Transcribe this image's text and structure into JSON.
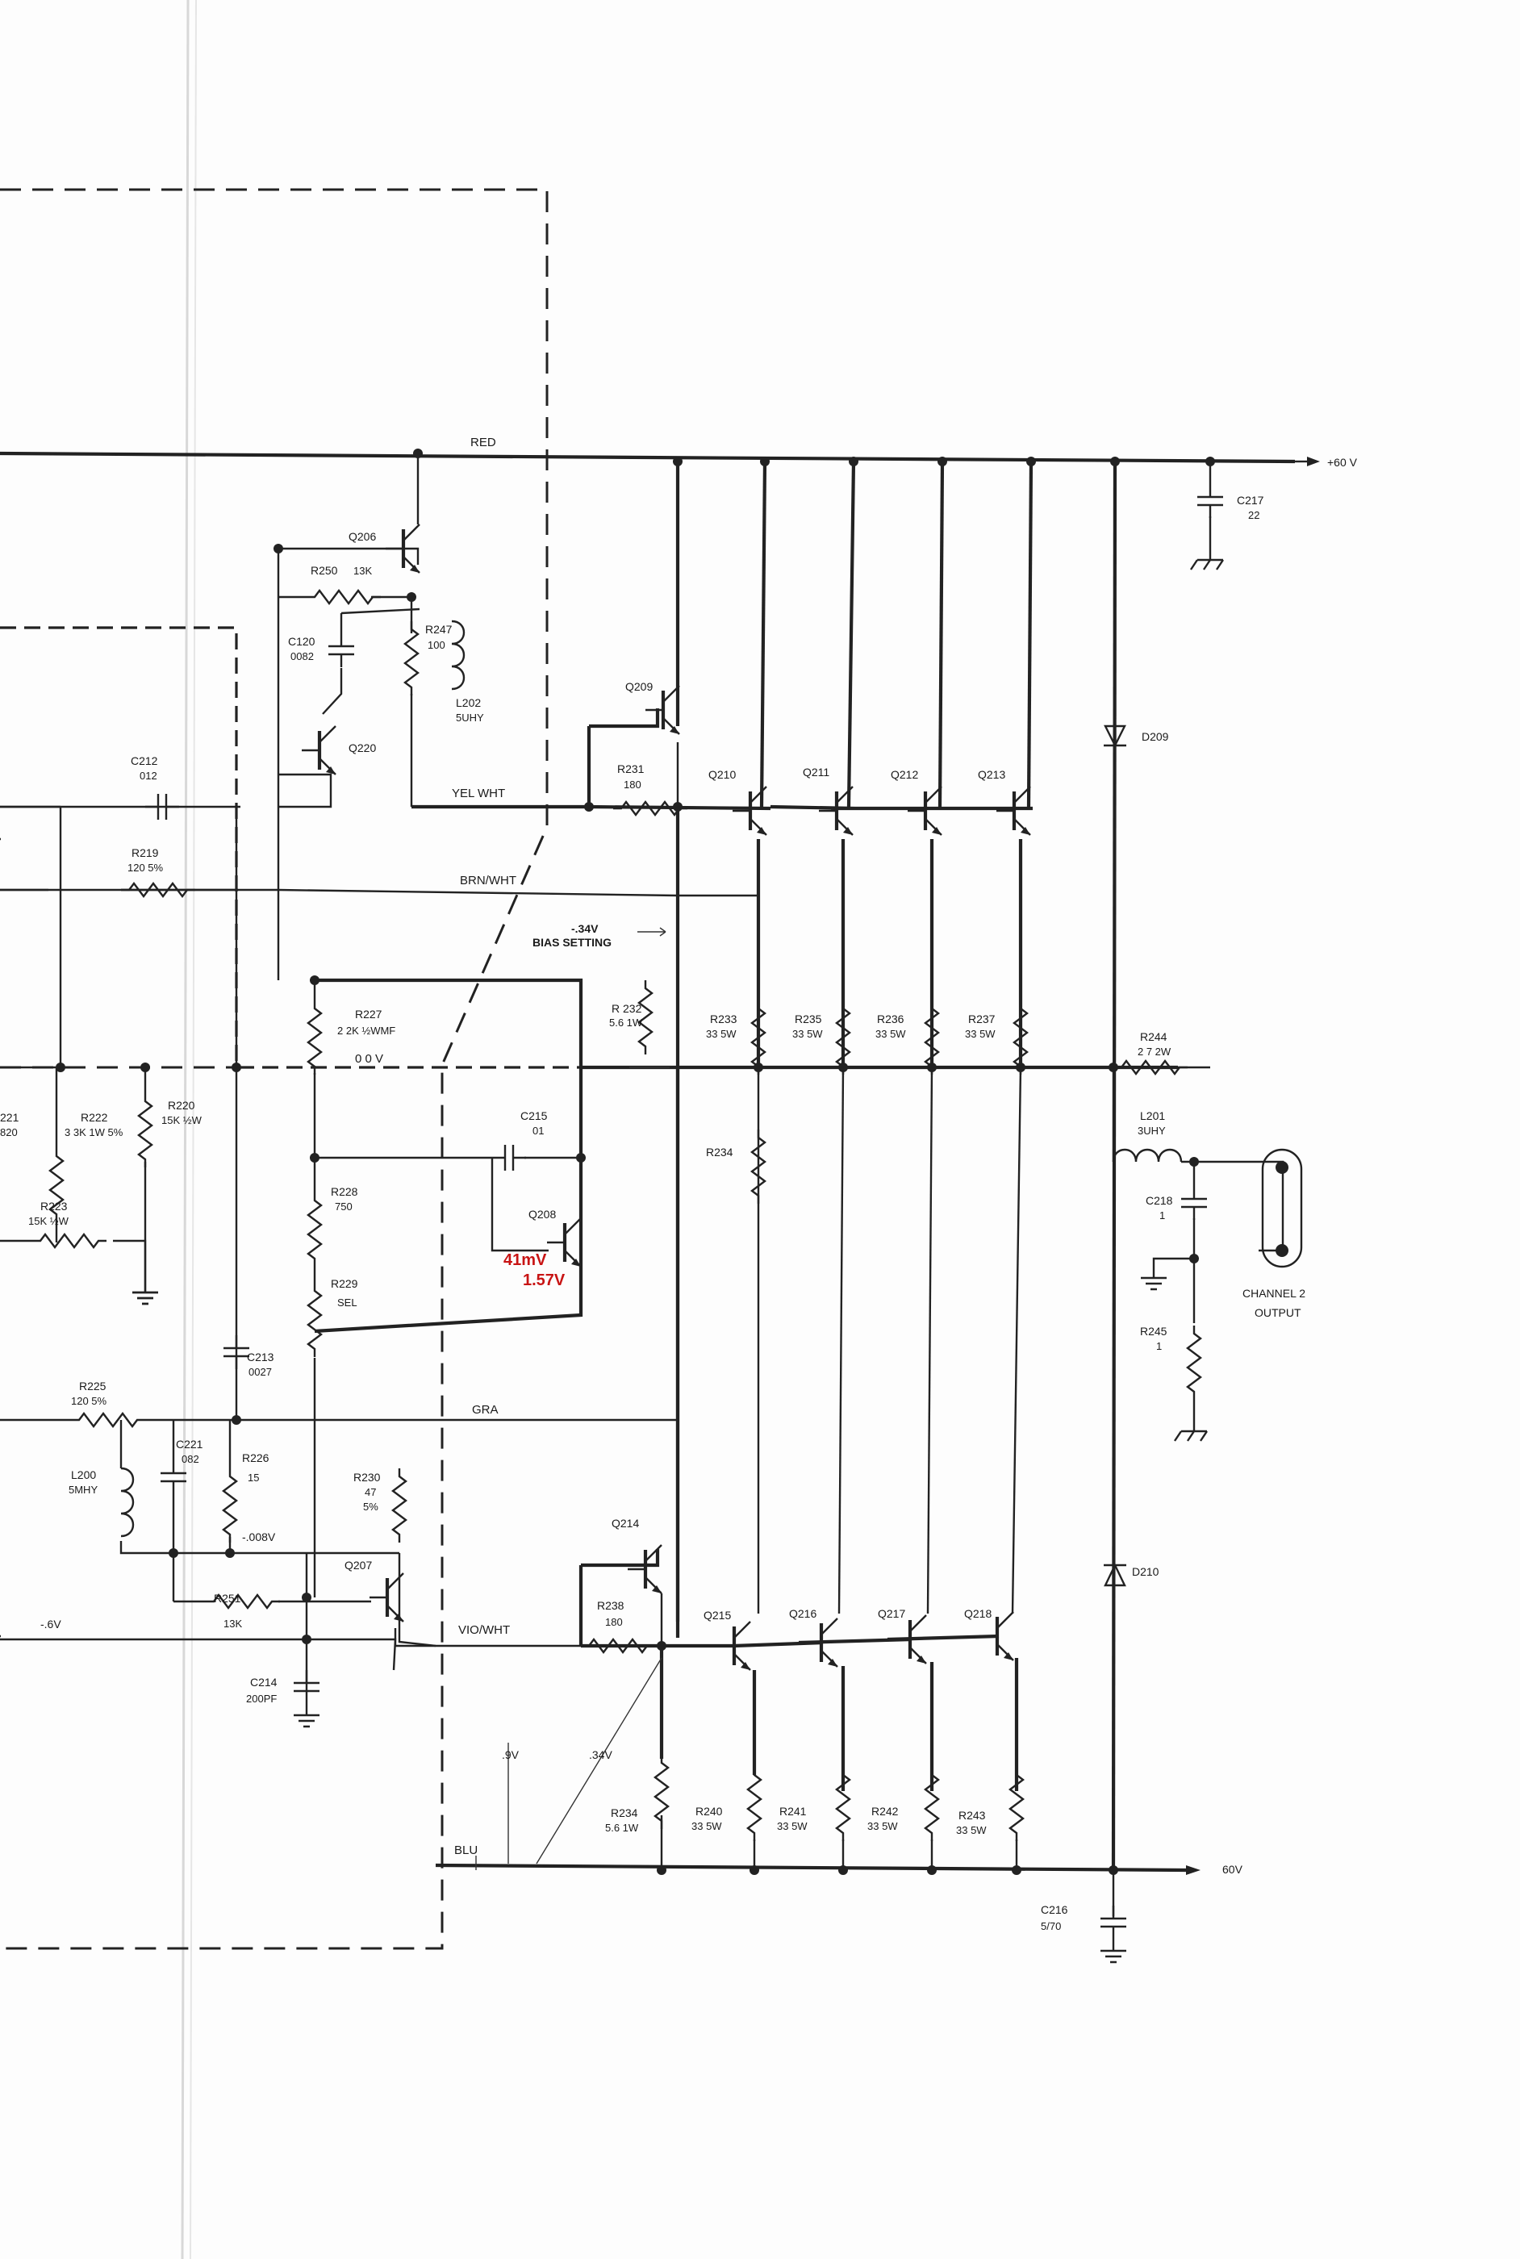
{
  "nets": {
    "red": "RED",
    "pos_supply": "+60 V",
    "yel_wht": "YEL WHT",
    "brn_wht": "BRN/WHT",
    "zero_v": "0 0 V",
    "gra": "GRA",
    "vio_wht": "VIO/WHT",
    "blu": "BLU",
    "neg_supply": "60V",
    "minus_6v": "-.6V",
    "minus_008v": "-.008V",
    "v09": ".9V",
    "v034": ".34V"
  },
  "notes": {
    "bias_voltage": "-.34V",
    "bias_setting": "BIAS SETTING",
    "measured_a": "41mV",
    "measured_b": "1.57V",
    "output_line1": "CHANNEL 2",
    "output_line2": "OUTPUT"
  },
  "transistors": {
    "q206": "Q206",
    "q220": "Q220",
    "q209": "Q209",
    "q210": "Q210",
    "q211": "Q211",
    "q212": "Q212",
    "q213": "Q213",
    "q208": "Q208",
    "q214": "Q214",
    "q207": "Q207",
    "q215": "Q215",
    "q216": "Q216",
    "q217": "Q217",
    "q218": "Q218"
  },
  "components": {
    "r250": {
      "ref": "R250",
      "value": "13K"
    },
    "c120": {
      "ref": "C120",
      "value": "0082"
    },
    "r247": {
      "ref": "R247",
      "value": "100"
    },
    "l202": {
      "ref": "L202",
      "value": "5UHY"
    },
    "c212": {
      "ref": "C212",
      "value": "012"
    },
    "r219": {
      "ref": "R219",
      "value": "120 5%"
    },
    "r231": {
      "ref": "R231",
      "value": "180"
    },
    "c217": {
      "ref": "C217",
      "value": "22"
    },
    "d209": {
      "ref": "D209"
    },
    "r227": {
      "ref": "R227",
      "value": "2 2K ½WMF"
    },
    "r232": {
      "ref": "R 232",
      "value": "5.6 1W"
    },
    "r233": {
      "ref": "R233",
      "value": "33 5W"
    },
    "r235": {
      "ref": "R235",
      "value": "33 5W"
    },
    "r236": {
      "ref": "R236",
      "value": "33 5W"
    },
    "r237": {
      "ref": "R237",
      "value": "33 5W"
    },
    "r244": {
      "ref": "R244",
      "value": "2 7 2W"
    },
    "r221": {
      "ref": "221",
      "value": "820"
    },
    "r222": {
      "ref": "R222",
      "value": "3 3K 1W 5%"
    },
    "r220": {
      "ref": "R220",
      "value": "15K ½W"
    },
    "c215": {
      "ref": "C215",
      "value": "01"
    },
    "l201": {
      "ref": "L201",
      "value": "3UHY"
    },
    "r234a": {
      "ref": "R234"
    },
    "c218": {
      "ref": "C218",
      "value": "1"
    },
    "r223": {
      "ref": "R223",
      "value": "15K ½W"
    },
    "r228": {
      "ref": "R228",
      "value": "750"
    },
    "r229": {
      "ref": "R229",
      "value": "SEL"
    },
    "r245": {
      "ref": "R245",
      "value": "1"
    },
    "c213": {
      "ref": "C213",
      "value": "0027"
    },
    "r225": {
      "ref": "R225",
      "value": "120 5%"
    },
    "c221": {
      "ref": "C221",
      "value": "082"
    },
    "r226": {
      "ref": "R226",
      "value": "15"
    },
    "r230": {
      "ref": "R230",
      "value": "47",
      "tol": "5%"
    },
    "l200": {
      "ref": "L200",
      "value": "5MHY"
    },
    "d210": {
      "ref": "D210"
    },
    "r238": {
      "ref": "R238",
      "value": "180"
    },
    "r251": {
      "ref": "R251",
      "value": "13K"
    },
    "c214": {
      "ref": "C214",
      "value": "200PF"
    },
    "r234b": {
      "ref": "R234",
      "value": "5.6 1W"
    },
    "r240": {
      "ref": "R240",
      "value": "33 5W"
    },
    "r241": {
      "ref": "R241",
      "value": "33 5W"
    },
    "r242": {
      "ref": "R242",
      "value": "33 5W"
    },
    "r243": {
      "ref": "R243",
      "value": "33 5W"
    },
    "c216": {
      "ref": "C216",
      "value": "5/70"
    }
  }
}
